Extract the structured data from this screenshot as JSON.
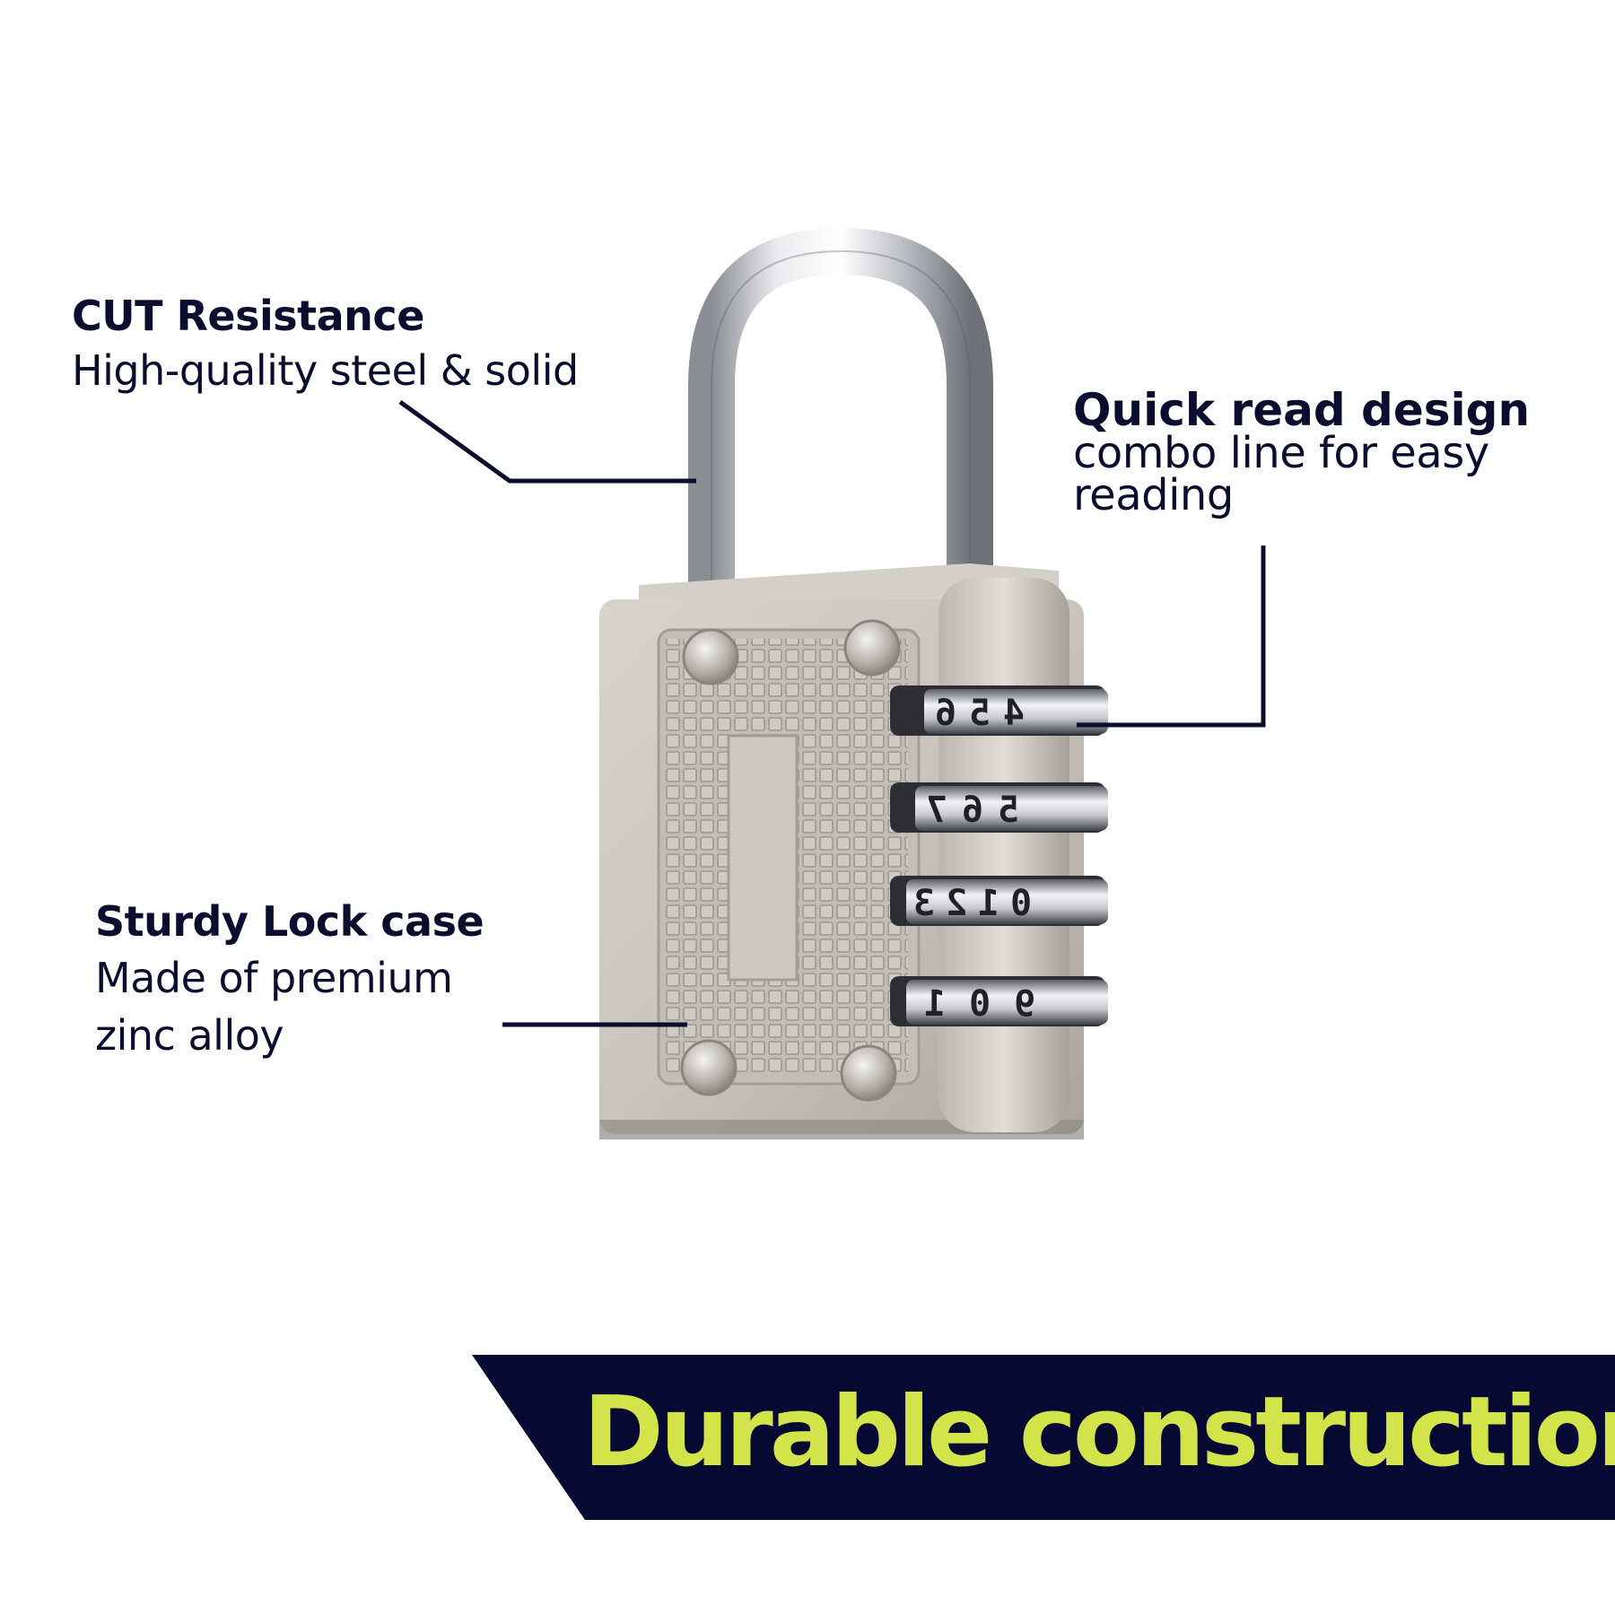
{
  "callouts": {
    "cut": {
      "title": "CUT Resistance",
      "desc": "High-quality steel & solid"
    },
    "quick": {
      "title": "Quick read design",
      "desc_line1": "combo line for easy",
      "desc_line2": "reading"
    },
    "sturdy": {
      "title": "Sturdy Lock case",
      "desc_line1": "Made of premium",
      "desc_line2": "zinc alloy"
    }
  },
  "banner": {
    "text": "Durable construction",
    "background_color": "#060a33",
    "text_color": "#d3e34a"
  },
  "dials": [
    [
      "6",
      "5",
      "4"
    ],
    [
      "7",
      "6",
      "5"
    ],
    [
      "3",
      "2",
      "1",
      "0"
    ],
    [
      "1",
      "0",
      "9"
    ]
  ],
  "colors": {
    "text": "#0a0d2e",
    "leader_lines": "#0a0d2e"
  }
}
